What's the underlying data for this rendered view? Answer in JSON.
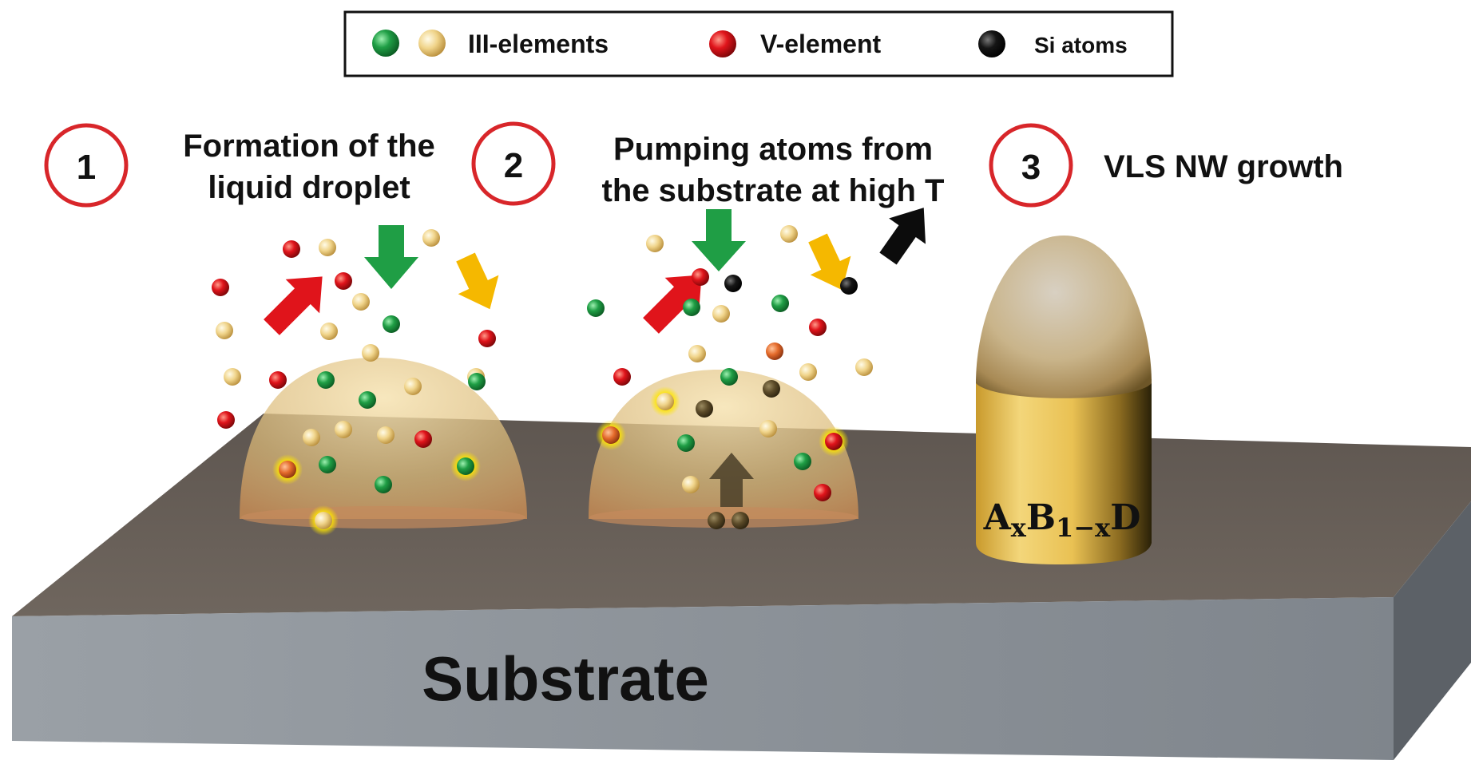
{
  "legend": {
    "iii_label": "III-elements",
    "v_label": "V-element",
    "si_label": "Si atoms"
  },
  "steps": [
    {
      "number": "1",
      "line1": "Formation of the",
      "line2": "liquid droplet"
    },
    {
      "number": "2",
      "line1": "Pumping atoms from",
      "line2": "the substrate at high T"
    },
    {
      "number": "3",
      "line1": "VLS NW growth",
      "line2": ""
    }
  ],
  "nanowire": {
    "A": "A",
    "x": "x",
    "B": "B",
    "sub": "1−x",
    "D": "D"
  },
  "substrate_label": "Substrate",
  "colors": {
    "iii_green": "#1f9e45",
    "iii_gold": "#f0d48a",
    "v_red": "#e0141b",
    "si_black": "#111111",
    "step_circle": "#d8262a",
    "substrate_top": "#6b625a",
    "substrate_front": "#8d939a",
    "droplet": "#d9b878",
    "nanowire": "#e9c153"
  }
}
